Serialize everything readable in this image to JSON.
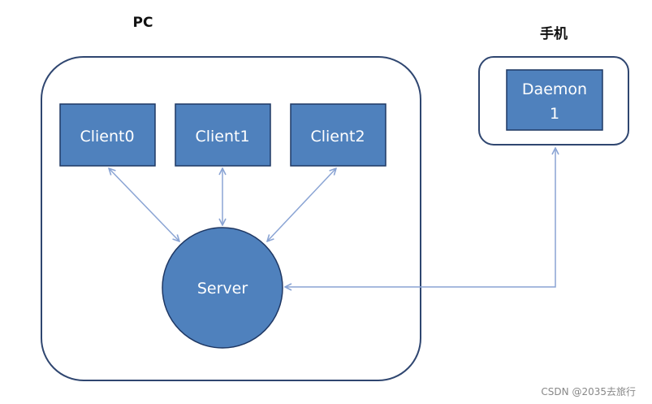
{
  "groups": {
    "pc": {
      "title": "PC"
    },
    "phone": {
      "title": "手机"
    }
  },
  "nodes": {
    "client0": "Client0",
    "client1": "Client1",
    "client2": "Client2",
    "server": "Server",
    "daemon_line1": "Daemon",
    "daemon_line2": "1"
  },
  "watermark": "CSDN @2035去旅行",
  "colors": {
    "container_stroke": "#2f4670",
    "node_fill": "#4f81bd",
    "node_stroke": "#1f3864",
    "connector": "#8aa4d4"
  }
}
